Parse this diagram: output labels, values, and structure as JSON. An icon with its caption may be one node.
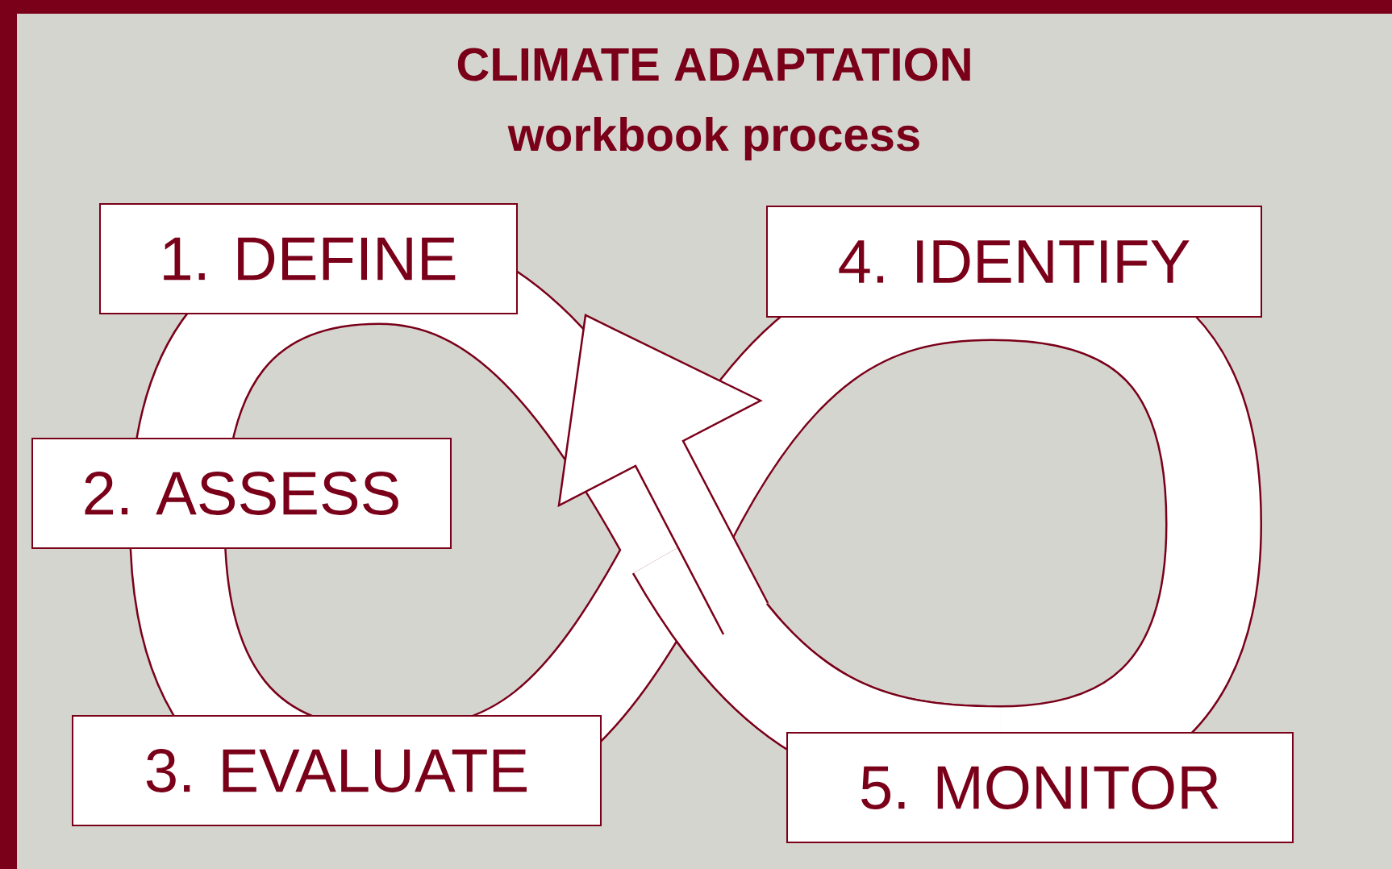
{
  "diagram": {
    "title": "CLIMATE ADAPTATION",
    "nodes": [
      {
        "text": [
          "1. DEFINE"
        ]
      },
      {
        "text": [
          "2. ASSESS"
        ]
      },
      {
        "text": [
          "3. EVALUATE"
        ]
      },
      {
        "text": [
          "4. IDENTIFY"
        ]
      },
      {
        "text": [
          "5. MONITOR"
        ]
      }
    ],
    "labels": [
      "workbook process"
    ]
  }
}
